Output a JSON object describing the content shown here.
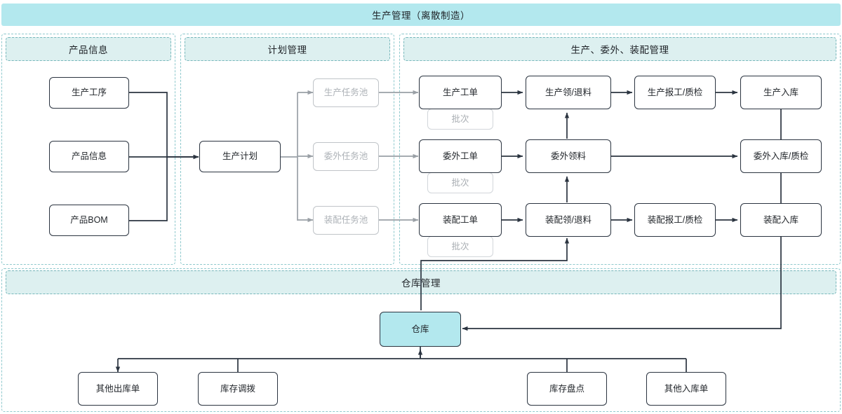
{
  "header": {
    "title": "生产管理（离散制造）"
  },
  "sections": [
    {
      "id": "product-info",
      "title": "产品信息"
    },
    {
      "id": "plan-management",
      "title": "计划管理"
    },
    {
      "id": "production-outsourcing-assembly",
      "title": "生产、委外、装配管理"
    },
    {
      "id": "warehouse-management",
      "title": "仓库管理"
    }
  ],
  "nodes": {
    "process": "生产工序",
    "product_info": "产品信息",
    "product_bom": "产品BOM",
    "production_plan": "生产计划",
    "pool_prod": "生产任务池",
    "pool_out": "委外任务池",
    "pool_asm": "装配任务池",
    "wo_prod": "生产工单",
    "wo_out": "委外工单",
    "wo_asm": "装配工单",
    "batch_prod": "批次",
    "batch_out": "批次",
    "batch_asm": "批次",
    "pick_prod": "生产领/退料",
    "pick_out": "委外领料",
    "pick_asm": "装配领/退料",
    "report_prod": "生产报工/质检",
    "report_asm": "装配报工/质检",
    "in_prod": "生产入库",
    "in_out": "委外入库/质检",
    "in_asm": "装配入库",
    "warehouse": "仓库",
    "other_out": "其他出库单",
    "stock_transfer": "库存调拨",
    "stock_count": "库存盘点",
    "other_in": "其他入库单"
  },
  "colors": {
    "banner_top": "#b3e8ee",
    "banner_section": "#ddf0f0",
    "frame_dash": "#8ec9cd",
    "node_border": "#2b3440",
    "node_muted": "#c0c4c8",
    "accent": "#b3e8ee",
    "connector": "#2b3440",
    "connector_muted": "#9aa0a6"
  }
}
